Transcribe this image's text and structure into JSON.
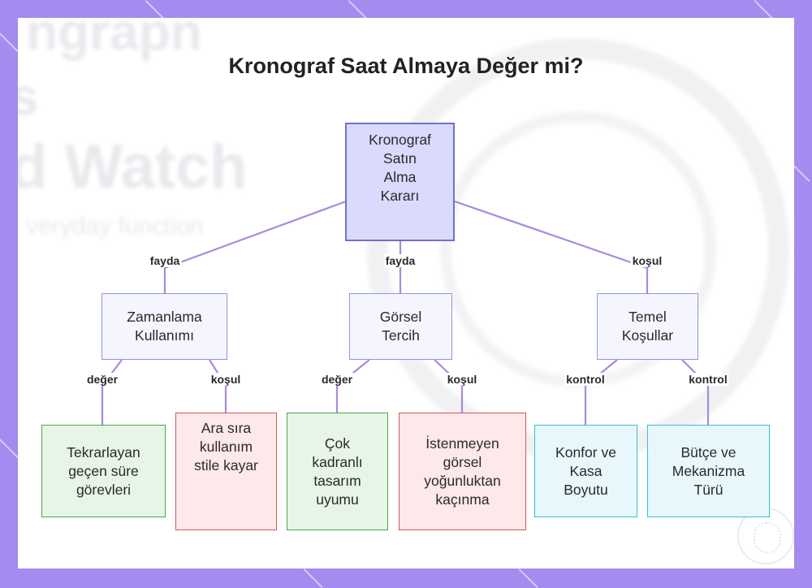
{
  "title": "Kronograf Saat Almaya Değer mi?",
  "background_text": [
    "ngrapn",
    "s",
    "d Watch",
    "veryday function"
  ],
  "colors": {
    "frame": "#a58af0",
    "edge": "#a98ad8",
    "root_fill": "#d9dafc",
    "green_border": "#4aa84a",
    "red_border": "#d9545e",
    "cyan_border": "#3dbcd6"
  },
  "nodes": {
    "root": "Kronograf\nSatın\nAlma\nKararı",
    "timing": "Zamanlama\nKullanımı",
    "visual": "Görsel\nTercih",
    "conditions": "Temel\nKoşullar",
    "repeat": "Tekrarlayan\ngeçen süre\ngörevleri",
    "occasional": "Ara sıra\nkullanım\nstile kayar",
    "busy_dial": "Çok\nkadranlı\ntasarım\nuyumu",
    "avoid": "İstenmeyen\ngörsel\nyoğunluktan\nkaçınma",
    "comfort": "Konfor ve\nKasa\nBoyutu",
    "budget": "Bütçe ve\nMekanizma\nTürü"
  },
  "edge_labels": {
    "root_timing": "fayda",
    "root_visual": "fayda",
    "root_conditions": "koşul",
    "timing_repeat": "değer",
    "timing_occasional": "koşul",
    "visual_busy": "değer",
    "visual_avoid": "koşul",
    "cond_comfort": "kontrol",
    "cond_budget": "kontrol"
  }
}
